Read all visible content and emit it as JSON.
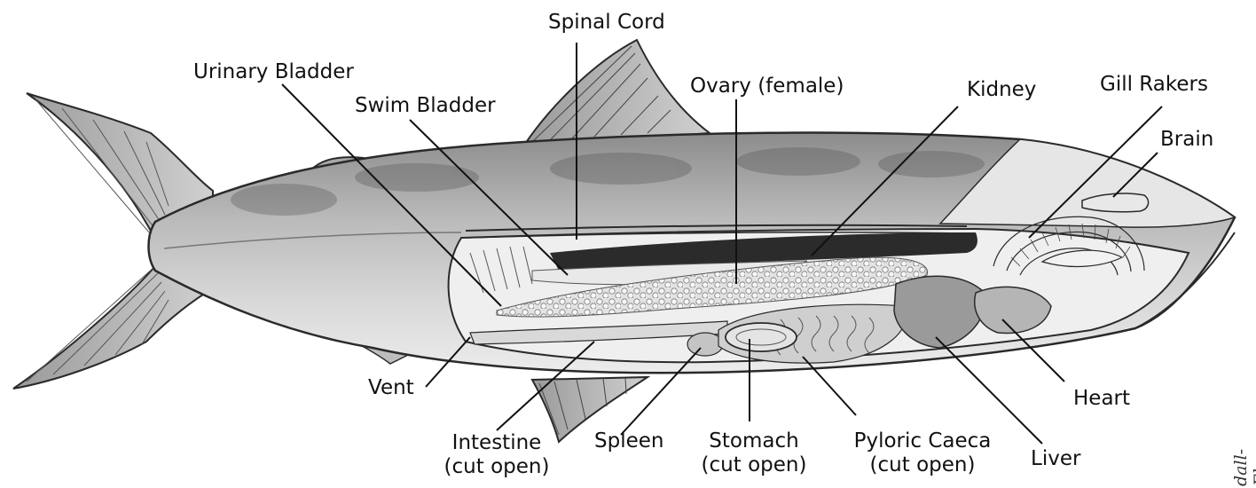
{
  "labels": {
    "spinal_cord": "Spinal Cord",
    "urinary_bladder": "Urinary Bladder",
    "swim_bladder": "Swim Bladder",
    "ovary": "Ovary (female)",
    "kidney": "Kidney",
    "gill_rakers": "Gill Rakers",
    "brain": "Brain",
    "vent": "Vent",
    "heart": "Heart",
    "intestine_1": "Intestine",
    "intestine_2": "(cut open)",
    "spleen": "Spleen",
    "stomach_1": "Stomach",
    "stomach_2": "(cut open)",
    "pyloric_1": "Pyloric Caeca",
    "pyloric_2": "(cut open)",
    "liver": "Liver"
  },
  "credit": "dall-Ekamn",
  "colors": {
    "outline": "#2a2a2a",
    "body_fill": "#c9c9c9",
    "back_dark": "#7d7d7d",
    "cavity": "#efefef",
    "kidney": "#2b2b2b",
    "ovary": "#d6d6d6",
    "liver": "#9a9a9a",
    "heart": "#b5b5b5"
  }
}
